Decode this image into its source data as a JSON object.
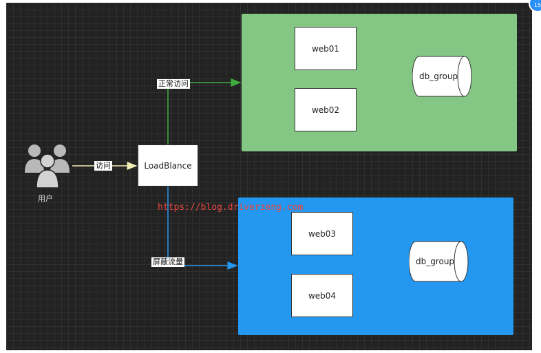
{
  "nodes": {
    "web01": "web01",
    "web02": "web02",
    "web03": "web03",
    "web04": "web04",
    "load_balancer": "LoadBlance",
    "db_green": "db_group",
    "db_blue": "db_group"
  },
  "labels": {
    "user": "用户",
    "visit": "访问",
    "normal_access": "正常访问",
    "block_traffic": "屏蔽流量"
  },
  "watermark": "https://blog.driverzeng.com",
  "badge": "15",
  "colors": {
    "canvas": "#222222",
    "green_group": "#84c785",
    "blue_group": "#2497f0",
    "green_arrow": "#3fae3f",
    "blue_arrow": "#2497f0",
    "user_arrow": "#f3efb4",
    "watermark": "#e8473f"
  }
}
